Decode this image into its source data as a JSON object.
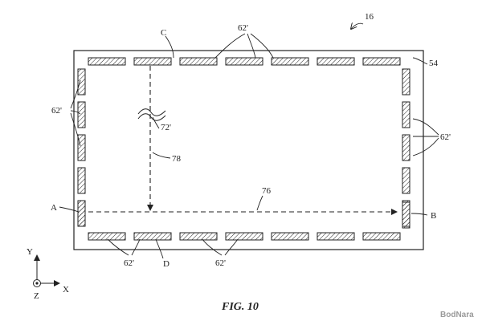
{
  "figure": {
    "ref_main": "16",
    "ref_frame": "54",
    "ref_electrode": "62'",
    "ref_disturbance": "72'",
    "ref_path_vertical": "78",
    "ref_path_horizontal": "76",
    "point_a": "A",
    "point_b": "B",
    "point_c": "C",
    "point_d": "D",
    "axis_x": "X",
    "axis_y": "Y",
    "axis_z": "Z",
    "caption": "FIG. 10"
  },
  "watermark": {
    "text": "BodNara"
  },
  "colors": {
    "ink": "#222222",
    "watermark": "#9a9a9a"
  }
}
